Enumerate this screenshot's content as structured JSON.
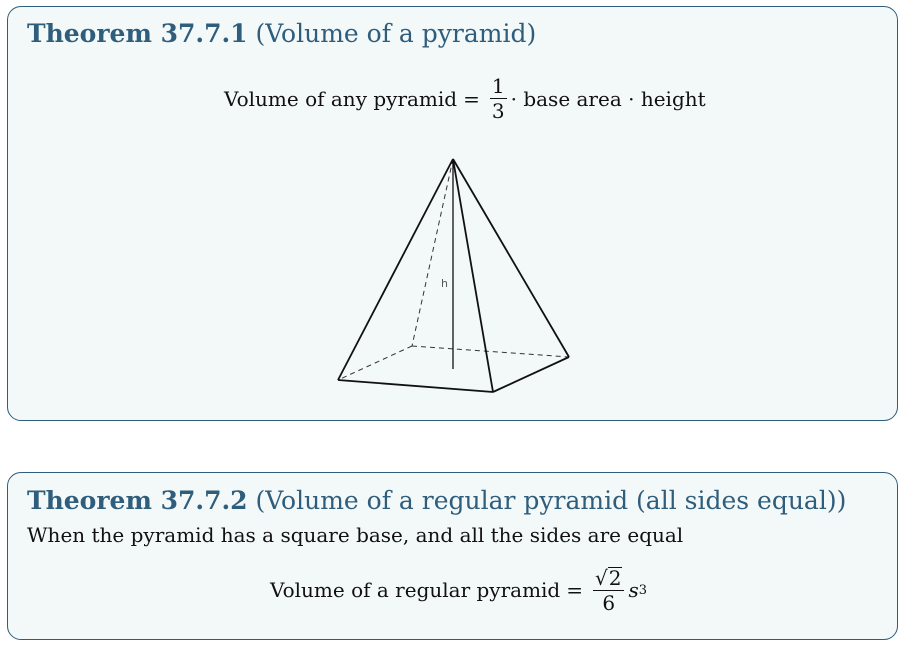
{
  "theorem1": {
    "number": "Theorem 37.7.1",
    "name": "(Volume of a pyramid)",
    "formula": {
      "lhs": "Volume of any pyramid",
      "eq": "=",
      "num": "1",
      "den": "3",
      "rhs": "· base area · height"
    },
    "figure": {
      "height_label": "h"
    }
  },
  "theorem2": {
    "number": "Theorem 37.7.2",
    "name": "(Volume of a regular pyramid (all sides equal))",
    "description": "When the pyramid has a square base, and all the sides are equal",
    "formula": {
      "lhs": "Volume of a regular pyramid",
      "eq": "=",
      "sqrt": "√",
      "num": "2",
      "den": "6",
      "var": "s",
      "exp": "3"
    }
  }
}
